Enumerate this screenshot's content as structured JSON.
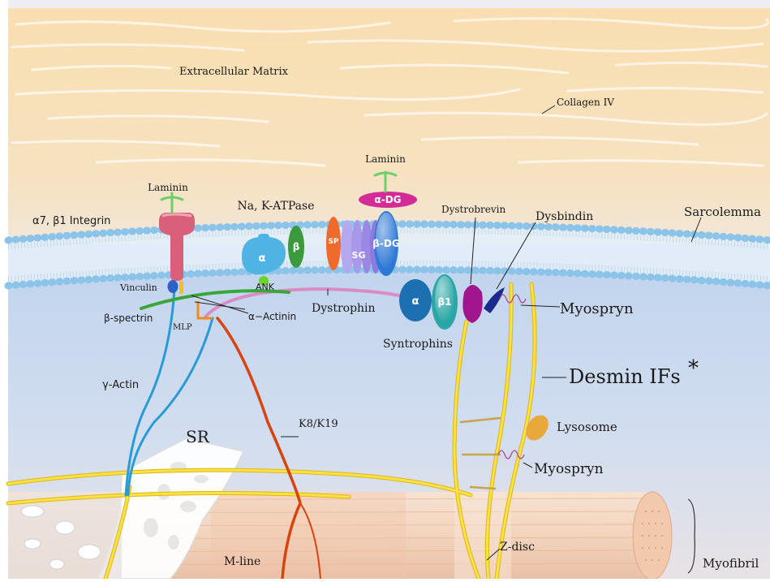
{
  "labels": {
    "extracellular_matrix": "Extracellular Matrix",
    "collagen_iv": "Collagen IV",
    "laminin_left": "Laminin",
    "laminin_right": "Laminin",
    "integrin": "α7, β1 Integrin",
    "na_k_atpase": "Na, K-ATPase",
    "alpha_dg": "α-DG",
    "beta_dg": "β-DG",
    "sp": "SP",
    "sg": "SG",
    "alpha_atpase": "α",
    "beta_atpase": "β",
    "dystrobrevin": "Dystrobrevin",
    "dysbindin": "Dysbindin",
    "sarcolemma": "Sarcolemma",
    "ank": "ANK",
    "vinculin": "Vinculin",
    "beta_spectrin": "β-spectrin",
    "mlp": "MLP",
    "alpha_actinin": "α−Actinin",
    "dystrophin": "Dystrophin",
    "syn_alpha": "α",
    "syn_beta1": "β1",
    "syntrophins": "Syntrophins",
    "myospryn_top": "Myospryn",
    "gamma_actin": "γ-Actin",
    "desmin": "Desmin IFs",
    "desmin_star": "*",
    "sr": "SR",
    "k8_k19": "K8/K19",
    "lysosome": "Lysosome",
    "myospryn_bottom": "Myospryn",
    "m_line": "M-line",
    "z_disc": "Z-disc",
    "myofibril": "Myofibril"
  },
  "colors": {
    "ecm": "#f7dcae",
    "cytoplasm": "#c8d6ec",
    "membrane_head": "#aed6ee",
    "integrin": "#d8607a",
    "atpase_alpha": "#4fb3e4",
    "atpase_beta": "#3a9a3c",
    "sp": "#f06a2c",
    "sg": "#9f8ee6",
    "beta_dg": "#2f79d6",
    "alpha_dg": "#d22c97",
    "syntrophin_alpha": "#1c6fb1",
    "syntrophin_beta1": "#2aa6a6",
    "dystrobrevin": "#a1168f",
    "dysbindin": "#1b2a8c",
    "gamma_actin": "#2a9ad6",
    "k8_k19": "#d8430e",
    "desmin": "#f2d81f",
    "lysosome": "#e9a93a",
    "myofibril": "#f3d8c2",
    "spectrin": "#3aa63a"
  }
}
